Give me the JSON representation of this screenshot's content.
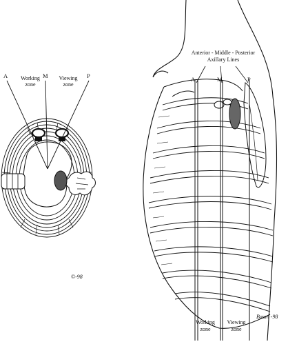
{
  "left_view": {
    "markers": {
      "a": "A",
      "m": "M",
      "p": "P"
    },
    "working_zone": [
      "Working",
      "zone"
    ],
    "viewing_zone": [
      "Viewing",
      "zone"
    ],
    "signature": "©-98"
  },
  "right_view": {
    "lines_title": [
      "Anterior - Middle - Posterior",
      "Axillary Lines"
    ],
    "markers": {
      "a": "A",
      "m": "M",
      "p": "P"
    },
    "working_zone": [
      "Working",
      "zone"
    ],
    "viewing_zone": [
      "Viewing",
      "zone"
    ],
    "signature": "Baum -98"
  },
  "colors": {
    "ink": "#111111",
    "paper": "#ffffff"
  }
}
